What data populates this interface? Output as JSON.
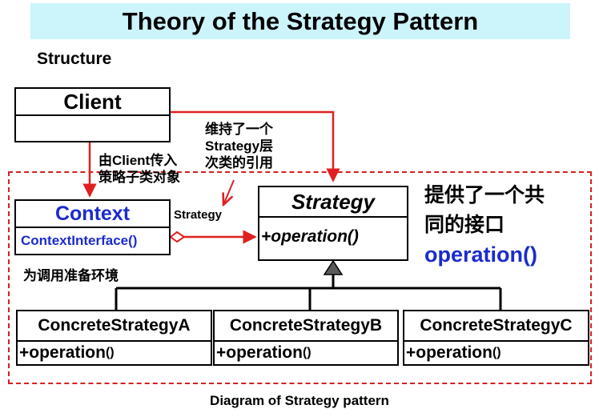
{
  "title": "Theory of the Strategy Pattern",
  "section_label": "Structure",
  "classes": {
    "client": {
      "name": "Client",
      "body": ""
    },
    "context": {
      "name": "Context",
      "body": "ContextInterface()"
    },
    "strategy": {
      "name": "Strategy",
      "body": "+operation()"
    },
    "concrete_a": {
      "name": "ConcreteStrategyA",
      "body_main": "+operation",
      "body_suffix": "()"
    },
    "concrete_b": {
      "name": "ConcreteStrategyB",
      "body_main": "+operation",
      "body_suffix": "()"
    },
    "concrete_c": {
      "name": "ConcreteStrategyC",
      "body_main": "+operation",
      "body_suffix": "()"
    }
  },
  "notes": {
    "client_passes_line1": "由Client传入",
    "client_passes_line2": "策略子类对象",
    "maintain_line1": "维持了一个",
    "maintain_line2": "Strategy层",
    "maintain_line3": "次类的引用",
    "association_label": "Strategy",
    "context_note": "为调用准备环境",
    "interface_line1": "提供了一个共",
    "interface_line2": "同的接口",
    "interface_line3": "operation()"
  },
  "caption": "Diagram of Strategy pattern",
  "colors": {
    "title_bg": "#ccf4fb",
    "accent_red": "#e02020",
    "blue_text": "#1a2ccc",
    "dashed_border": "#d42020"
  }
}
